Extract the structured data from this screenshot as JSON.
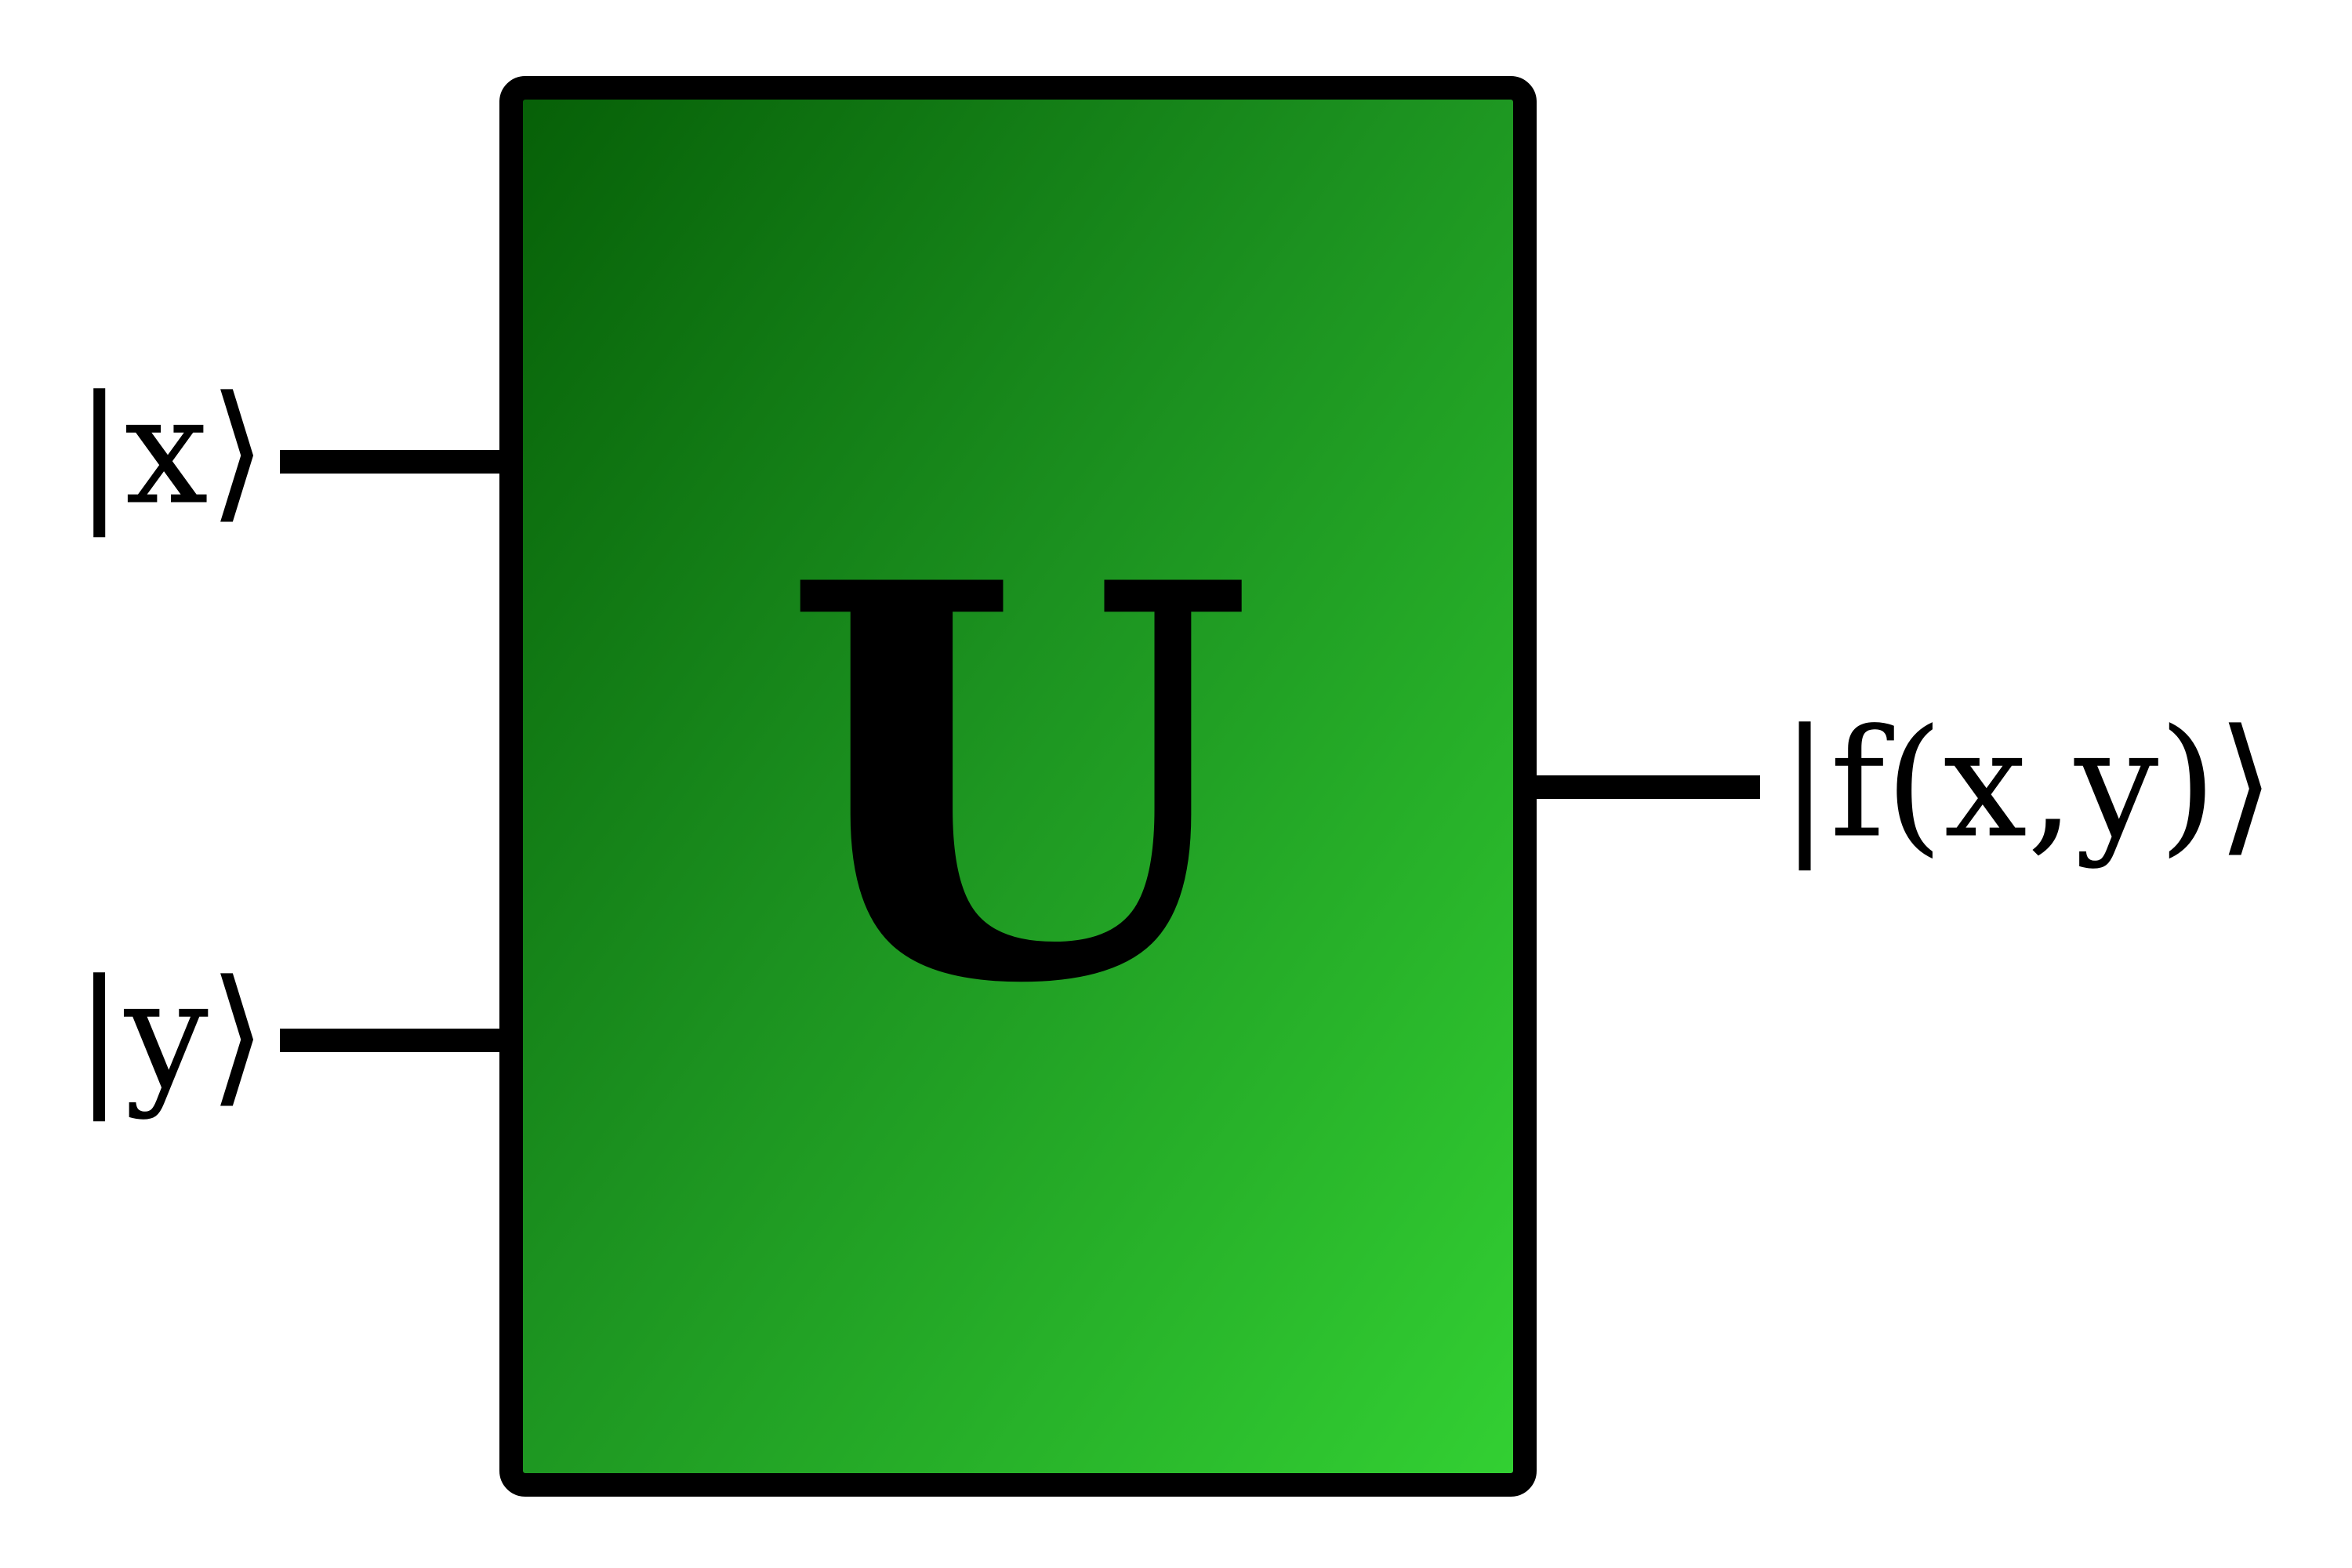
{
  "gate": {
    "label": "U",
    "fill_start": "#065F07",
    "fill_end": "#33D133",
    "border_color": "#000000"
  },
  "inputs": [
    {
      "label": "|x⟩"
    },
    {
      "label": "|y⟩"
    }
  ],
  "outputs": [
    {
      "label": "|f(x,y)⟩"
    }
  ],
  "wire_color": "#000000"
}
